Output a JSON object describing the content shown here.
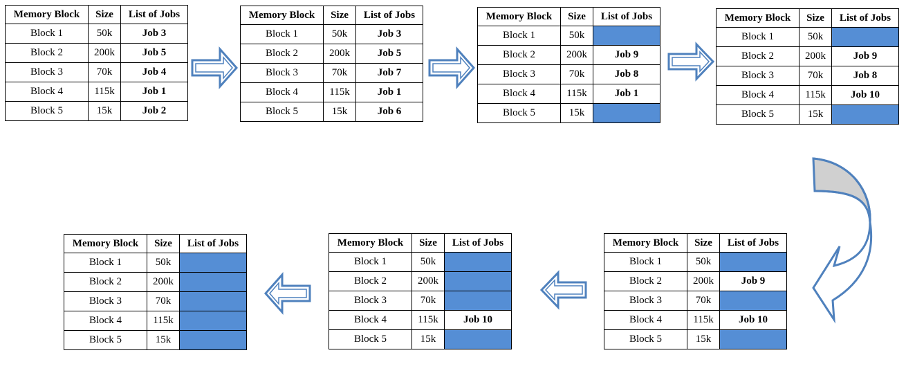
{
  "headers": {
    "block": "Memory Block",
    "size": "Size",
    "jobs": "List of Jobs"
  },
  "empty_color": "#558ED5",
  "arrow_color": "#4F81BD",
  "curved_arrow_fill": "#D0D0D0",
  "tables": [
    {
      "rows": [
        {
          "block": "Block 1",
          "size": "50k",
          "job": "Job 3"
        },
        {
          "block": "Block 2",
          "size": "200k",
          "job": "Job 5"
        },
        {
          "block": "Block 3",
          "size": "70k",
          "job": "Job 4"
        },
        {
          "block": "Block 4",
          "size": "115k",
          "job": "Job 1"
        },
        {
          "block": "Block 5",
          "size": "15k",
          "job": "Job 2"
        }
      ]
    },
    {
      "rows": [
        {
          "block": "Block 1",
          "size": "50k",
          "job": "Job 3"
        },
        {
          "block": "Block 2",
          "size": "200k",
          "job": "Job 5"
        },
        {
          "block": "Block 3",
          "size": "70k",
          "job": "Job 7"
        },
        {
          "block": "Block 4",
          "size": "115k",
          "job": "Job 1"
        },
        {
          "block": "Block 5",
          "size": "15k",
          "job": "Job 6"
        }
      ]
    },
    {
      "rows": [
        {
          "block": "Block 1",
          "size": "50k",
          "job": ""
        },
        {
          "block": "Block 2",
          "size": "200k",
          "job": "Job 9"
        },
        {
          "block": "Block 3",
          "size": "70k",
          "job": "Job 8"
        },
        {
          "block": "Block 4",
          "size": "115k",
          "job": "Job 1"
        },
        {
          "block": "Block 5",
          "size": "15k",
          "job": ""
        }
      ]
    },
    {
      "rows": [
        {
          "block": "Block 1",
          "size": "50k",
          "job": ""
        },
        {
          "block": "Block 2",
          "size": "200k",
          "job": "Job 9"
        },
        {
          "block": "Block 3",
          "size": "70k",
          "job": "Job 8"
        },
        {
          "block": "Block 4",
          "size": "115k",
          "job": "Job 10"
        },
        {
          "block": "Block 5",
          "size": "15k",
          "job": ""
        }
      ]
    },
    {
      "rows": [
        {
          "block": "Block 1",
          "size": "50k",
          "job": ""
        },
        {
          "block": "Block 2",
          "size": "200k",
          "job": "Job 9"
        },
        {
          "block": "Block 3",
          "size": "70k",
          "job": ""
        },
        {
          "block": "Block 4",
          "size": "115k",
          "job": "Job 10"
        },
        {
          "block": "Block 5",
          "size": "15k",
          "job": ""
        }
      ]
    },
    {
      "rows": [
        {
          "block": "Block 1",
          "size": "50k",
          "job": ""
        },
        {
          "block": "Block 2",
          "size": "200k",
          "job": ""
        },
        {
          "block": "Block 3",
          "size": "70k",
          "job": ""
        },
        {
          "block": "Block 4",
          "size": "115k",
          "job": "Job 10"
        },
        {
          "block": "Block 5",
          "size": "15k",
          "job": ""
        }
      ]
    },
    {
      "rows": [
        {
          "block": "Block 1",
          "size": "50k",
          "job": ""
        },
        {
          "block": "Block 2",
          "size": "200k",
          "job": ""
        },
        {
          "block": "Block 3",
          "size": "70k",
          "job": ""
        },
        {
          "block": "Block 4",
          "size": "115k",
          "job": ""
        },
        {
          "block": "Block 5",
          "size": "15k",
          "job": ""
        }
      ]
    }
  ]
}
